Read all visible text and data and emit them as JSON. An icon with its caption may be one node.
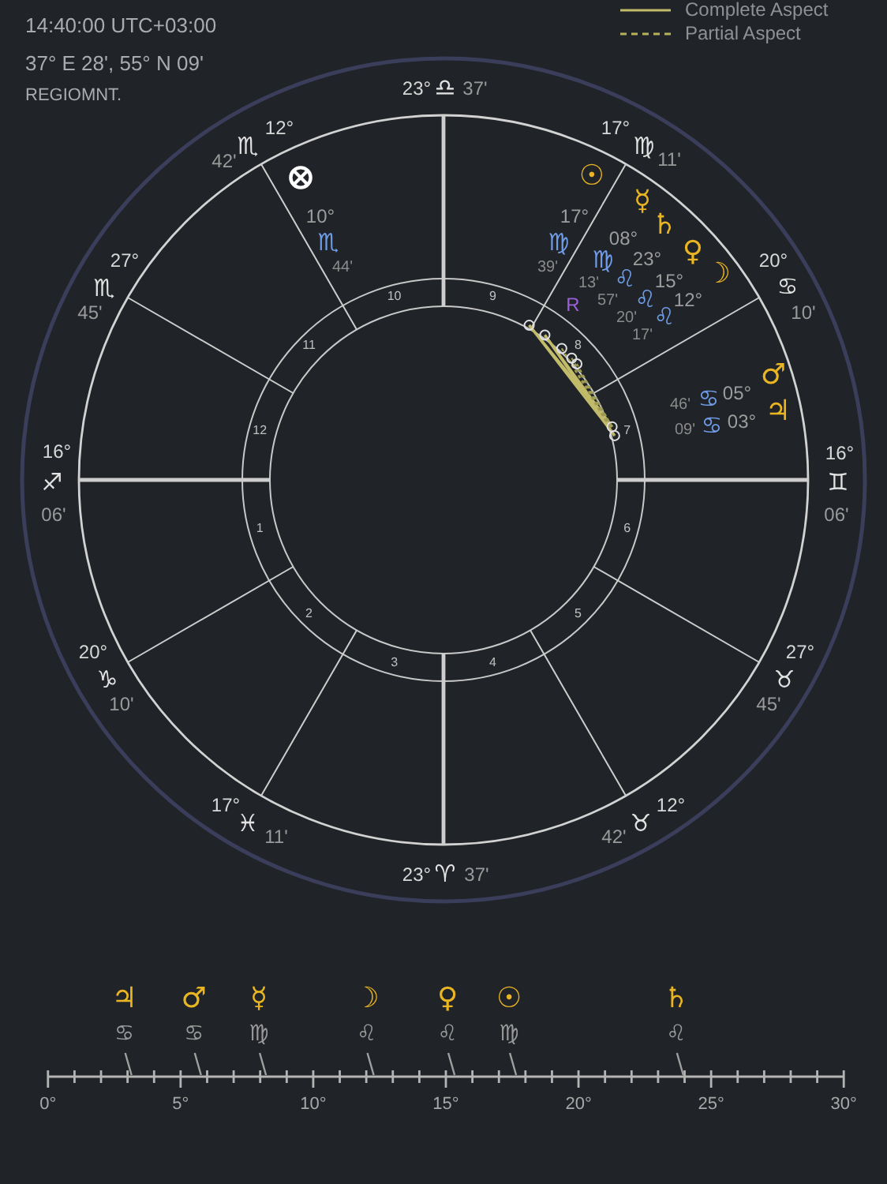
{
  "diagram": {
    "labels": [
      "14:40:00 UTC+03:00",
      "37° E 28', 55° N 09'",
      "REGIOMNT.",
      "23°",
      "♎",
      "37'",
      "12°",
      "♏",
      "42'",
      "17°",
      "♍",
      "11'",
      "27°",
      "♏",
      "45'",
      "20°",
      "♋",
      "10'",
      "16°",
      "♐",
      "06'",
      "16°",
      "♊",
      "06'",
      "20°",
      "♑",
      "10'",
      "27°",
      "♉",
      "45'",
      "17°",
      "♓",
      "11'",
      "12°",
      "♉",
      "42'",
      "23°",
      "♈",
      "37'",
      "☉",
      "17°",
      "♍",
      "39'",
      "☿",
      "08°",
      "♍",
      "13'",
      "R",
      "♄",
      "23°",
      "♌",
      "57'",
      "♀",
      "15°",
      "♌",
      "20'",
      "☽",
      "12°",
      "♌",
      "17'",
      "♂",
      "46'",
      "♋",
      "05°",
      "♃",
      "09'",
      "♋",
      "03°",
      "10°",
      "♏",
      "44'",
      "10",
      "9",
      "11",
      "8",
      "12",
      "7",
      "1",
      "6",
      "2",
      "5",
      "3",
      "4",
      "♃",
      "♂",
      "☿",
      "☽",
      "♀",
      "☉",
      "♄",
      "♋",
      "♋",
      "♍",
      "♌",
      "♌",
      "♍",
      "♌",
      "0°",
      "5°",
      "10°",
      "15°",
      "20°",
      "25°",
      "30°"
    ],
    "legend": [
      {
        "text": "Complete Aspect"
      },
      {
        "text": "Partial Aspect"
      }
    ]
  }
}
